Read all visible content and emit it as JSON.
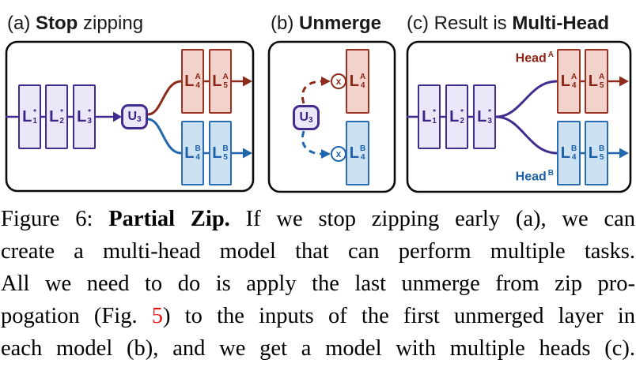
{
  "colors": {
    "purple": "#432c8f",
    "purple_text": "#3a2486",
    "lavender_fill": "#ece7f8",
    "red_border": "#9b3222",
    "red_line": "#8c2a1c",
    "red_text": "#8a2415",
    "red_fill": "#f2d3cc",
    "blue_border": "#2a6cb3",
    "blue_line": "#2166ac",
    "blue_text": "#1a5fa8",
    "blue_fill": "#cce1f2",
    "panel_border": "#0a0a0a",
    "title_text": "#1a1a1a",
    "caption_text": "#000000",
    "figure_ref_red": "#ee1111"
  },
  "panels": {
    "a": {
      "title_pre": "(a) ",
      "title_bold": "Stop",
      "title_post": " zipping",
      "trunk": [
        {
          "main": "L",
          "sup": "*",
          "sub": "1"
        },
        {
          "main": "L",
          "sup": "*",
          "sub": "2"
        },
        {
          "main": "L",
          "sup": "*",
          "sub": "3"
        }
      ],
      "unmerge": {
        "main": "U",
        "sub": "3"
      },
      "head_a": [
        {
          "main": "L",
          "sup": "A",
          "sub": "4"
        },
        {
          "main": "L",
          "sup": "A",
          "sub": "5"
        }
      ],
      "head_b": [
        {
          "main": "L",
          "sup": "B",
          "sub": "4"
        },
        {
          "main": "L",
          "sup": "B",
          "sub": "5"
        }
      ]
    },
    "b": {
      "title_pre": "(b) ",
      "title_bold": "Unmerge",
      "title_post": "",
      "unmerge": {
        "main": "U",
        "sub": "3"
      },
      "times_symbol": "x",
      "head_a": [
        {
          "main": "L",
          "sup": "A",
          "sub": "4"
        }
      ],
      "head_b": [
        {
          "main": "L",
          "sup": "B",
          "sub": "4"
        }
      ]
    },
    "c": {
      "title_pre": "(c) Result is ",
      "title_bold": "Multi-Head",
      "title_post": "",
      "trunk": [
        {
          "main": "L",
          "sup": "*",
          "sub": "1"
        },
        {
          "main": "L",
          "sup": "*",
          "sub": "2"
        },
        {
          "main": "L",
          "sup": "*",
          "sub": "3"
        }
      ],
      "head_a_label": {
        "text": "Head",
        "sup": "A"
      },
      "head_b_label": {
        "text": "Head",
        "sup": "B"
      },
      "head_a": [
        {
          "main": "L",
          "sup": "A",
          "sub": "4"
        },
        {
          "main": "L",
          "sup": "A",
          "sub": "5"
        }
      ],
      "head_b": [
        {
          "main": "L",
          "sup": "B",
          "sub": "4"
        },
        {
          "main": "L",
          "sup": "B",
          "sub": "5"
        }
      ]
    }
  },
  "caption": {
    "lines": [
      {
        "pre": "Figure 6: ",
        "bold": "Partial Zip.",
        "rest": " If we stop zipping early (a), we can"
      },
      {
        "text": "create a multi-head model that can perform multiple tasks."
      },
      {
        "text": "All we need to do is apply the last unmerge from zip pro-"
      },
      {
        "pre": "pogation (Fig. ",
        "ref": "5",
        "rest": ") to the inputs of the first unmerged layer in"
      },
      {
        "text": "each model (b), and we get a model with multiple heads (c)."
      }
    ]
  }
}
